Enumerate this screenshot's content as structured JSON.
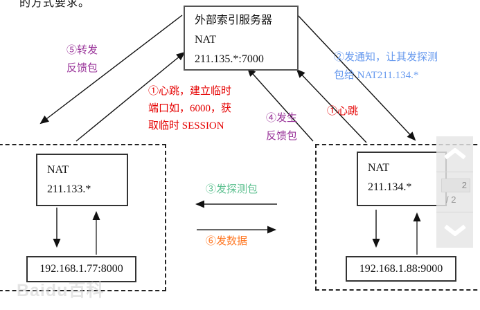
{
  "page": {
    "clipped_top_text": "的方式要求。"
  },
  "server_box": {
    "lines": [
      "外部索引服务器",
      "NAT",
      "211.135.*:7000"
    ]
  },
  "left_lan": {
    "nat_box_lines": [
      "NAT",
      "211.133.*"
    ],
    "host_box": "192.168.1.77:8000"
  },
  "right_lan": {
    "nat_box_lines": [
      "NAT",
      "211.134.*"
    ],
    "host_box": "192.168.1.88:9000"
  },
  "labels": {
    "step5": {
      "color": "#993399",
      "lines": [
        "⑤转发",
        "反馈包"
      ]
    },
    "step1_left": {
      "color": "#e50000",
      "lines": [
        "①心跳，建立临时",
        "端口如，6000，获",
        "取临时 SESSION"
      ]
    },
    "step2": {
      "color": "#6699ee",
      "lines": [
        "②发通知，让其发探测",
        "包给 NAT211.134.*"
      ]
    },
    "step4": {
      "color": "#993399",
      "lines": [
        "④发生",
        "反馈包"
      ]
    },
    "step1_right": {
      "color": "#e50000",
      "lines": [
        "①心跳"
      ]
    },
    "step3": {
      "color": "#5cc08f",
      "lines": [
        "③发探测包"
      ]
    },
    "step6": {
      "color": "#ff7722",
      "lines": [
        "⑥发数据"
      ]
    }
  },
  "pager": {
    "current_page": "2",
    "total_pages": "/ 2"
  },
  "watermark": "Baidu百科"
}
